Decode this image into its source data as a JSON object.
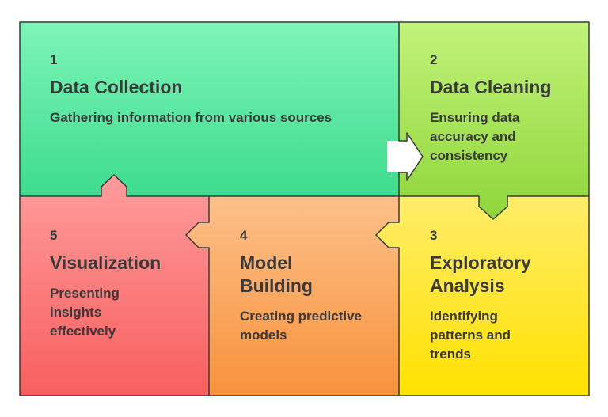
{
  "steps": [
    {
      "number": "1",
      "title": "Data Collection",
      "description": "Gathering information from various sources"
    },
    {
      "number": "2",
      "title": "Data Cleaning",
      "description": "Ensuring data accuracy and consistency"
    },
    {
      "number": "3",
      "title": "Exploratory Analysis",
      "description": "Identifying patterns and trends"
    },
    {
      "number": "4",
      "title": "Model Building",
      "description": "Creating predictive models"
    },
    {
      "number": "5",
      "title": "Visualization",
      "description": "Presenting insights effectively"
    }
  ],
  "colors": {
    "collection_top": "#7ef5b8",
    "collection_bottom": "#3ddc8e",
    "cleaning_top": "#c2f27a",
    "cleaning_bottom": "#8fd63a",
    "exploratory_top": "#ffed6b",
    "exploratory_bottom": "#ffe100",
    "model_top": "#fdc08a",
    "model_bottom": "#f7923c",
    "visualization_top": "#ff9c9c",
    "visualization_bottom": "#f75f5f",
    "border": "#3a3a3a",
    "text": "#3a3a3a"
  }
}
